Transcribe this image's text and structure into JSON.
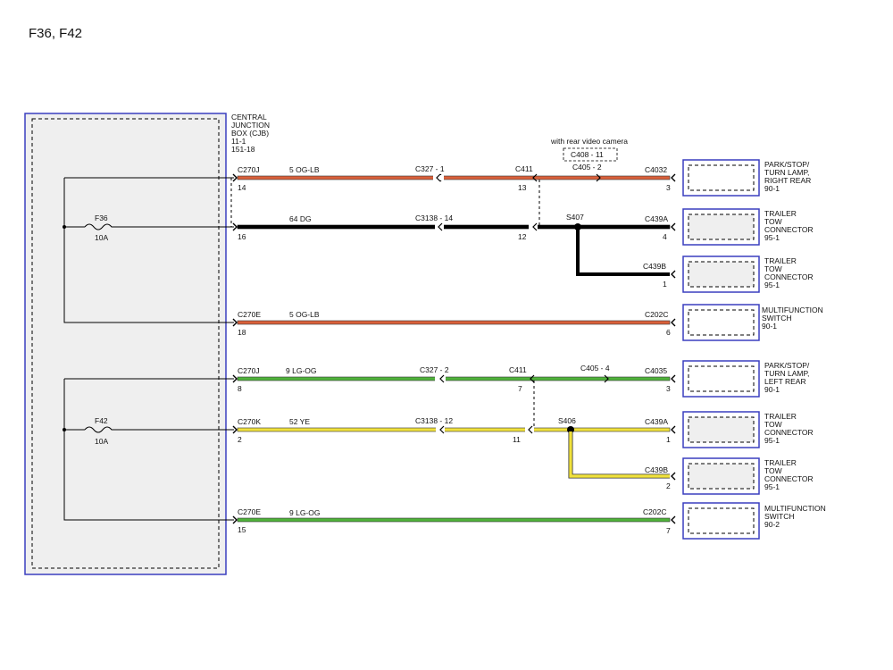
{
  "page_title": "F36, F42",
  "cjb": {
    "label_lines": [
      "CENTRAL",
      "JUNCTION",
      "BOX (CJB)",
      "11-1",
      "151-18"
    ]
  },
  "annotation": {
    "with_rear_video_camera": "with rear video camera",
    "c408": "C408 - 11"
  },
  "fuses": [
    {
      "name": "F36",
      "rating": "10A"
    },
    {
      "name": "F42",
      "rating": "10A"
    }
  ],
  "circuits": [
    {
      "cjb_connector": "C270J",
      "cjb_pin": "14",
      "circuit": "5 OG-LB",
      "color": "#d9603a",
      "inline1": "C327 - 1",
      "inline2": "C411",
      "inline2_pin": "13",
      "inline3": "C405 - 2",
      "dest_connector": "C4032",
      "dest_pin": "3",
      "dest_lines": [
        "PARK/STOP/",
        "TURN LAMP,",
        "RIGHT REAR",
        "90-1"
      ]
    },
    {
      "cjb_connector": "",
      "cjb_pin": "16",
      "circuit": "64  DG",
      "color": "#000000",
      "inline1": "C3138 - 14",
      "inline2_pin": "12",
      "splice": "S407",
      "dest_connector": "C439A",
      "dest_pin": "4",
      "dest_lines": [
        "TRAILER",
        "TOW",
        "CONNECTOR",
        "95-1"
      ]
    },
    {
      "dest_connector": "C439B",
      "dest_pin": "1",
      "color": "#000000",
      "dest_lines": [
        "TRAILER",
        "TOW",
        "CONNECTOR",
        "95-1"
      ]
    },
    {
      "cjb_connector": "C270E",
      "cjb_pin": "18",
      "circuit": "5 OG-LB",
      "color": "#d9603a",
      "dest_connector": "C202C",
      "dest_pin": "6",
      "dest_lines": [
        "MULTIFUNCTION",
        "SWITCH",
        "90-1"
      ]
    },
    {
      "cjb_connector": "C270J",
      "cjb_pin": "8",
      "circuit": "9 LG-OG",
      "color": "#4fb23a",
      "inline1": "C327 - 2",
      "inline2": "C411",
      "inline2_pin": "7",
      "inline3": "C405 - 4",
      "dest_connector": "C4035",
      "dest_pin": "3",
      "dest_lines": [
        "PARK/STOP/",
        "TURN LAMP,",
        "LEFT REAR",
        "90-1"
      ]
    },
    {
      "cjb_connector": "C270K",
      "cjb_pin": "2",
      "circuit": "52  YE",
      "color": "#f0e13c",
      "inline1": "C3138 - 12",
      "inline2_pin": "11",
      "splice": "S406",
      "dest_connector": "C439A",
      "dest_pin": "1",
      "dest_lines": [
        "TRAILER",
        "TOW",
        "CONNECTOR",
        "95-1"
      ]
    },
    {
      "dest_connector": "C439B",
      "dest_pin": "2",
      "color": "#f0e13c",
      "dest_lines": [
        "TRAILER",
        "TOW",
        "CONNECTOR",
        "95-1"
      ]
    },
    {
      "cjb_connector": "C270E",
      "cjb_pin": "15",
      "circuit": "9 LG-OG",
      "color": "#4fb23a",
      "dest_connector": "C202C",
      "dest_pin": "7",
      "dest_lines": [
        "MULTIFUNCTION",
        "SWITCH",
        "90-2"
      ]
    }
  ],
  "colors": {
    "frame_blue": "#3a3fbf",
    "cjb_fill": "#efefef",
    "wire_outline": "#333333"
  }
}
